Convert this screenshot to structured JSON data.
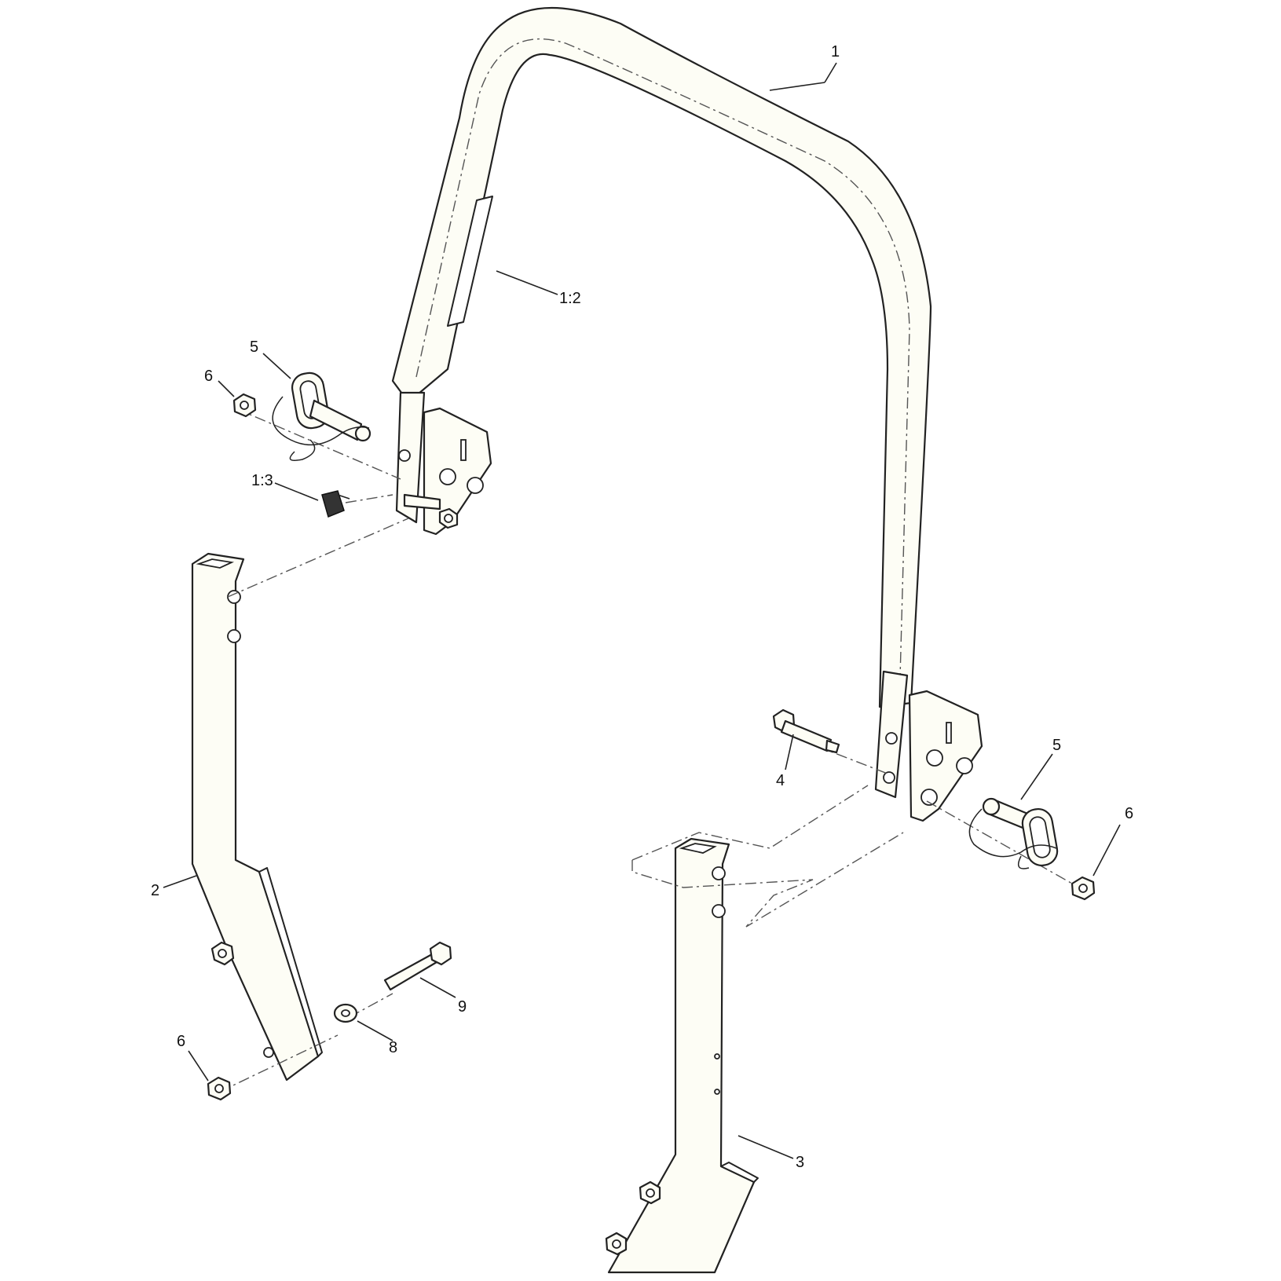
{
  "diagram": {
    "callouts": [
      {
        "id": "c1",
        "label": "1"
      },
      {
        "id": "c1-2",
        "label": "1:2"
      },
      {
        "id": "c5-left",
        "label": "5"
      },
      {
        "id": "c6-left-top",
        "label": "6"
      },
      {
        "id": "c1-3",
        "label": "1:3"
      },
      {
        "id": "c2",
        "label": "2"
      },
      {
        "id": "c6-left-bottom",
        "label": "6"
      },
      {
        "id": "c8",
        "label": "8"
      },
      {
        "id": "c9",
        "label": "9"
      },
      {
        "id": "c4",
        "label": "4"
      },
      {
        "id": "c5-right",
        "label": "5"
      },
      {
        "id": "c6-right",
        "label": "6"
      },
      {
        "id": "c3",
        "label": "3"
      }
    ]
  }
}
